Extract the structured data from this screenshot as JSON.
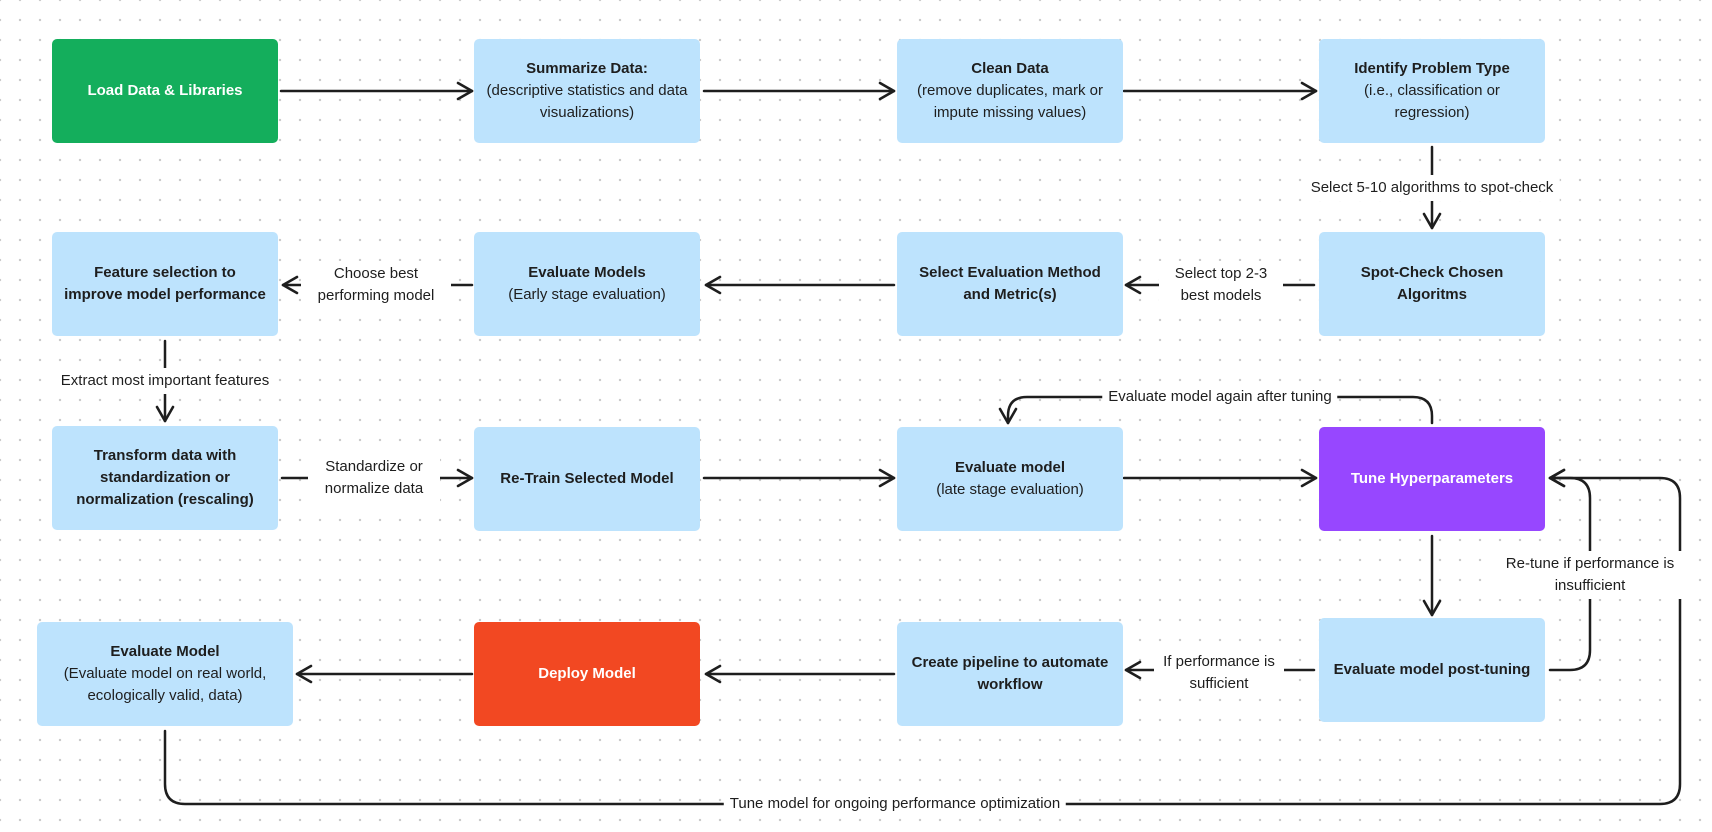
{
  "nodes": {
    "load_data": {
      "title": "Load Data & Libraries",
      "sub": ""
    },
    "summarize": {
      "title": "Summarize Data:",
      "sub": "(descriptive statistics and data visualizations)"
    },
    "clean": {
      "title": "Clean Data",
      "sub": "(remove duplicates, mark or impute missing values)"
    },
    "identify": {
      "title": "Identify Problem Type",
      "sub": "(i.e., classification or regression)"
    },
    "feature_selection": {
      "title": "Feature selection to improve model performance",
      "sub": ""
    },
    "evaluate_models": {
      "title": "Evaluate Models",
      "sub": "(Early stage evaluation)"
    },
    "select_eval": {
      "title": "Select Evaluation Method and Metric(s)",
      "sub": ""
    },
    "spot_check": {
      "title": "Spot-Check Chosen Algoritms",
      "sub": ""
    },
    "transform": {
      "title": "Transform data with standardization or normalization (rescaling)",
      "sub": ""
    },
    "retrain": {
      "title": "Re-Train Selected Model",
      "sub": ""
    },
    "evaluate_late": {
      "title": "Evaluate model",
      "sub": "(late stage evaluation)"
    },
    "tune": {
      "title": "Tune Hyperparameters",
      "sub": ""
    },
    "evaluate_real": {
      "title": "Evaluate Model",
      "sub": "(Evaluate model on real world, ecologically valid, data)"
    },
    "deploy": {
      "title": "Deploy Model",
      "sub": ""
    },
    "pipeline": {
      "title": "Create pipeline to automate workflow",
      "sub": ""
    },
    "post_tuning": {
      "title": "Evaluate model post-tuning",
      "sub": ""
    }
  },
  "edge_labels": {
    "select_algorithms": "Select 5-10  algorithms to spot-check",
    "select_top": "Select top 2-3 best models",
    "choose_best": "Choose best performing model",
    "extract_features": "Extract most important features",
    "standardize": "Standardize or normalize data",
    "evaluate_again": "Evaluate model again after tuning",
    "retune": "Re-tune if performance is insufficient",
    "if_sufficient": "If performance is sufficient",
    "ongoing": "Tune model for ongoing performance optimization"
  },
  "colors": {
    "default_box": "#bde3fd",
    "start_box": "#14ae5c",
    "tune_box": "#9747ff",
    "deploy_box": "#f24822",
    "edge": "#1e1e1e"
  }
}
